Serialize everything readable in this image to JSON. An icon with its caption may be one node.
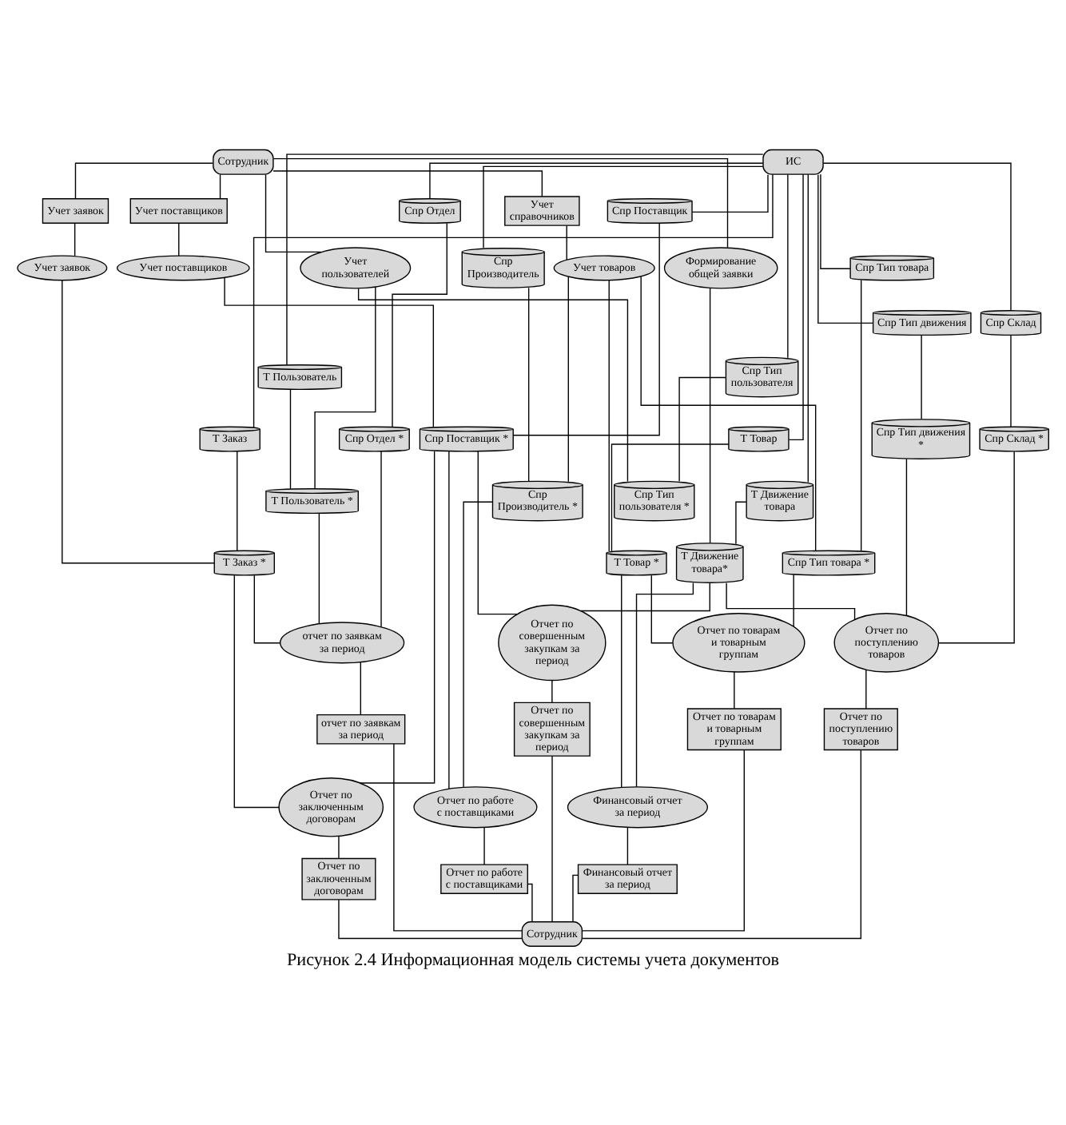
{
  "diagram": {
    "caption": "Рисунок 2.4 Информационная модель системы учета документов",
    "nodes": [
      {
        "text": [
          "ИС"
        ]
      },
      {
        "text": [
          "Сотрудник"
        ]
      },
      {
        "text": [
          "Спр Отдел"
        ]
      },
      {
        "text": [
          "Спр Поставщик"
        ]
      },
      {
        "text": [
          "Спр Производитель"
        ]
      },
      {
        "text": [
          "Спр Тип товара"
        ]
      },
      {
        "text": [
          "Спр Тип движения"
        ]
      },
      {
        "text": [
          "Спр Склад"
        ]
      },
      {
        "text": [
          "Спр Тип пользователя"
        ]
      },
      {
        "text": [
          "Т Пользователь"
        ]
      },
      {
        "text": [
          "Т Товар"
        ]
      },
      {
        "text": [
          "Т Заказ"
        ]
      },
      {
        "text": [
          "Т Движение товара"
        ]
      },
      {
        "text": [
          "Учет справочников"
        ]
      },
      {
        "text": [
          "Учет поставщиков"
        ]
      },
      {
        "text": [
          "Учет заявок"
        ]
      },
      {
        "text": [
          "Учет товаров"
        ]
      },
      {
        "text": [
          "Учет поставщиков"
        ]
      },
      {
        "text": [
          "Учет пользователей"
        ]
      },
      {
        "text": [
          "Учет заявок"
        ]
      },
      {
        "text": [
          "Формирование общей заявки"
        ]
      },
      {
        "text": [
          "Спр Отдел *"
        ]
      },
      {
        "text": [
          "Спр Поставщик *"
        ]
      },
      {
        "text": [
          "Спр Тип движения *"
        ]
      },
      {
        "text": [
          "Спр Склад *"
        ]
      },
      {
        "text": [
          "Спр Тип пользователя *"
        ]
      },
      {
        "text": [
          "Т Пользователь *"
        ]
      },
      {
        "text": [
          "Спр Производитель *"
        ]
      },
      {
        "text": [
          "Т Товар *"
        ]
      },
      {
        "text": [
          "Спр Тип товара *"
        ]
      },
      {
        "text": [
          "Т Заказ *"
        ]
      },
      {
        "text": [
          "Т Движение товара*"
        ]
      },
      {
        "text": [
          "отчет по заявкам за период"
        ]
      },
      {
        "text": [
          "Отчет по совершенным закупкам за период"
        ]
      },
      {
        "text": [
          "Отчет по товарам и товарным группам"
        ]
      },
      {
        "text": [
          "Отчет по поступлению товаров"
        ]
      },
      {
        "text": [
          "отчет по заявкам за период"
        ]
      },
      {
        "text": [
          "Отчет по совершенным закупкам за период"
        ]
      },
      {
        "text": [
          "Отчет по товарам и товарным группам"
        ]
      },
      {
        "text": [
          "Отчет по поступлению товаров"
        ]
      },
      {
        "text": [
          "Отчет по работе с поставщиками"
        ]
      },
      {
        "text": [
          "Отчет по заключенным договорам"
        ]
      },
      {
        "text": [
          "Финансовый отчет за период"
        ]
      },
      {
        "text": [
          "Отчет по работе с поставщиками"
        ]
      },
      {
        "text": [
          "Отчет по заключенным договорам"
        ]
      },
      {
        "text": [
          "Финансовый отчет за период"
        ]
      },
      {
        "text": [
          "Сотрудник"
        ]
      }
    ],
    "edges": [
      {
        "from": 0,
        "to": 2,
        "arrow": "none"
      },
      {
        "from": 0,
        "to": 3,
        "arrow": "none"
      },
      {
        "from": 0,
        "to": 4,
        "arrow": "none"
      },
      {
        "from": 0,
        "to": 5,
        "arrow": "none"
      },
      {
        "from": 0,
        "to": 6,
        "arrow": "none"
      },
      {
        "from": 0,
        "to": 7,
        "arrow": "none"
      },
      {
        "from": 0,
        "to": 8,
        "arrow": "none"
      },
      {
        "from": 0,
        "to": 9,
        "arrow": "none"
      },
      {
        "from": 0,
        "to": 10,
        "arrow": "none"
      },
      {
        "from": 0,
        "to": 11,
        "arrow": "none"
      },
      {
        "from": 0,
        "to": 12,
        "arrow": "none"
      },
      {
        "from": 1,
        "to": 13,
        "arrow": "none"
      },
      {
        "from": 1,
        "to": 14,
        "arrow": "none"
      },
      {
        "from": 1,
        "to": 15,
        "arrow": "none"
      },
      {
        "from": 1,
        "to": 18,
        "arrow": "none"
      },
      {
        "from": 1,
        "to": 20,
        "arrow": "none"
      },
      {
        "from": 13,
        "to": 16,
        "arrow": "none"
      },
      {
        "from": 14,
        "to": 17,
        "arrow": "none"
      },
      {
        "from": 15,
        "to": 19,
        "arrow": "none"
      },
      {
        "from": 2,
        "to": 21,
        "arrow": "none"
      },
      {
        "from": 3,
        "to": 22,
        "arrow": "none"
      },
      {
        "from": 4,
        "to": 27,
        "arrow": "none"
      },
      {
        "from": 5,
        "to": 29,
        "arrow": "none"
      },
      {
        "from": 6,
        "to": 23,
        "arrow": "none"
      },
      {
        "from": 7,
        "to": 24,
        "arrow": "none"
      },
      {
        "from": 8,
        "to": 25,
        "arrow": "none"
      },
      {
        "from": 9,
        "to": 26,
        "arrow": "none"
      },
      {
        "from": 10,
        "to": 28,
        "arrow": "none"
      },
      {
        "from": 11,
        "to": 30,
        "arrow": "none"
      },
      {
        "from": 12,
        "to": 31,
        "arrow": "none"
      },
      {
        "from": 16,
        "to": 28,
        "arrow": "none"
      },
      {
        "from": 16,
        "to": 29,
        "arrow": "none"
      },
      {
        "from": 16,
        "to": 27,
        "arrow": "none"
      },
      {
        "from": 17,
        "to": 22,
        "arrow": "none"
      },
      {
        "from": 18,
        "to": 26,
        "arrow": "none"
      },
      {
        "from": 18,
        "to": 25,
        "arrow": "none"
      },
      {
        "from": 19,
        "to": 30,
        "arrow": "none"
      },
      {
        "from": 20,
        "to": 31,
        "arrow": "none"
      },
      {
        "from": 30,
        "to": 32,
        "arrow": "none"
      },
      {
        "from": 26,
        "to": 32,
        "arrow": "none"
      },
      {
        "from": 21,
        "to": 32,
        "arrow": "none"
      },
      {
        "from": 22,
        "to": 33,
        "arrow": "none"
      },
      {
        "from": 31,
        "to": 33,
        "arrow": "none"
      },
      {
        "from": 28,
        "to": 34,
        "arrow": "none"
      },
      {
        "from": 29,
        "to": 34,
        "arrow": "none"
      },
      {
        "from": 31,
        "to": 35,
        "arrow": "none"
      },
      {
        "from": 24,
        "to": 35,
        "arrow": "none"
      },
      {
        "from": 23,
        "to": 35,
        "arrow": "none"
      },
      {
        "from": 22,
        "to": 40,
        "arrow": "none"
      },
      {
        "from": 27,
        "to": 40,
        "arrow": "none"
      },
      {
        "from": 22,
        "to": 41,
        "arrow": "none"
      },
      {
        "from": 30,
        "to": 41,
        "arrow": "none"
      },
      {
        "from": 31,
        "to": 42,
        "arrow": "none"
      },
      {
        "from": 28,
        "to": 42,
        "arrow": "none"
      },
      {
        "from": 32,
        "to": 36,
        "arrow": "none"
      },
      {
        "from": 33,
        "to": 37,
        "arrow": "none"
      },
      {
        "from": 34,
        "to": 38,
        "arrow": "none"
      },
      {
        "from": 35,
        "to": 39,
        "arrow": "none"
      },
      {
        "from": 40,
        "to": 43,
        "arrow": "none"
      },
      {
        "from": 41,
        "to": 44,
        "arrow": "none"
      },
      {
        "from": 42,
        "to": 45,
        "arrow": "none"
      },
      {
        "from": 36,
        "to": 46,
        "arrow": "none"
      },
      {
        "from": 37,
        "to": 46,
        "arrow": "none"
      },
      {
        "from": 38,
        "to": 46,
        "arrow": "none"
      },
      {
        "from": 39,
        "to": 46,
        "arrow": "none"
      },
      {
        "from": 43,
        "to": 46,
        "arrow": "none"
      },
      {
        "from": 44,
        "to": 46,
        "arrow": "none"
      },
      {
        "from": 45,
        "to": 46,
        "arrow": "none"
      }
    ]
  }
}
